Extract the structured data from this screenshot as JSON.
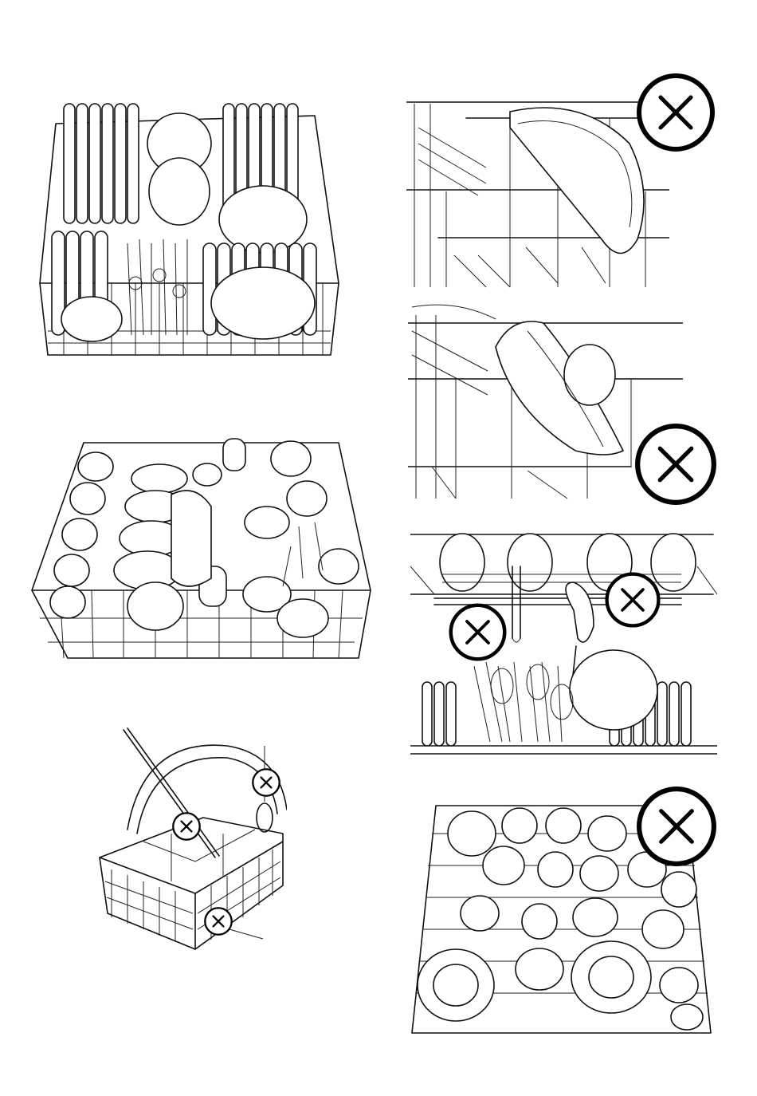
{
  "figures": [
    {
      "id": "lower-basket-correct",
      "status": "correct"
    },
    {
      "id": "upper-basket-correct",
      "status": "correct"
    },
    {
      "id": "cutlery-basket-wrong",
      "status": "wrong"
    },
    {
      "id": "plate-blocking-upper-wrong",
      "status": "wrong"
    },
    {
      "id": "bowl-blocking-lower-wrong",
      "status": "wrong"
    },
    {
      "id": "spray-arm-blocked-wrong",
      "status": "wrong"
    },
    {
      "id": "overloaded-basket-wrong",
      "status": "wrong"
    }
  ],
  "icons": {
    "wrong": "cross-in-circle-icon"
  },
  "colors": {
    "line": "#111111",
    "background": "#ffffff"
  }
}
